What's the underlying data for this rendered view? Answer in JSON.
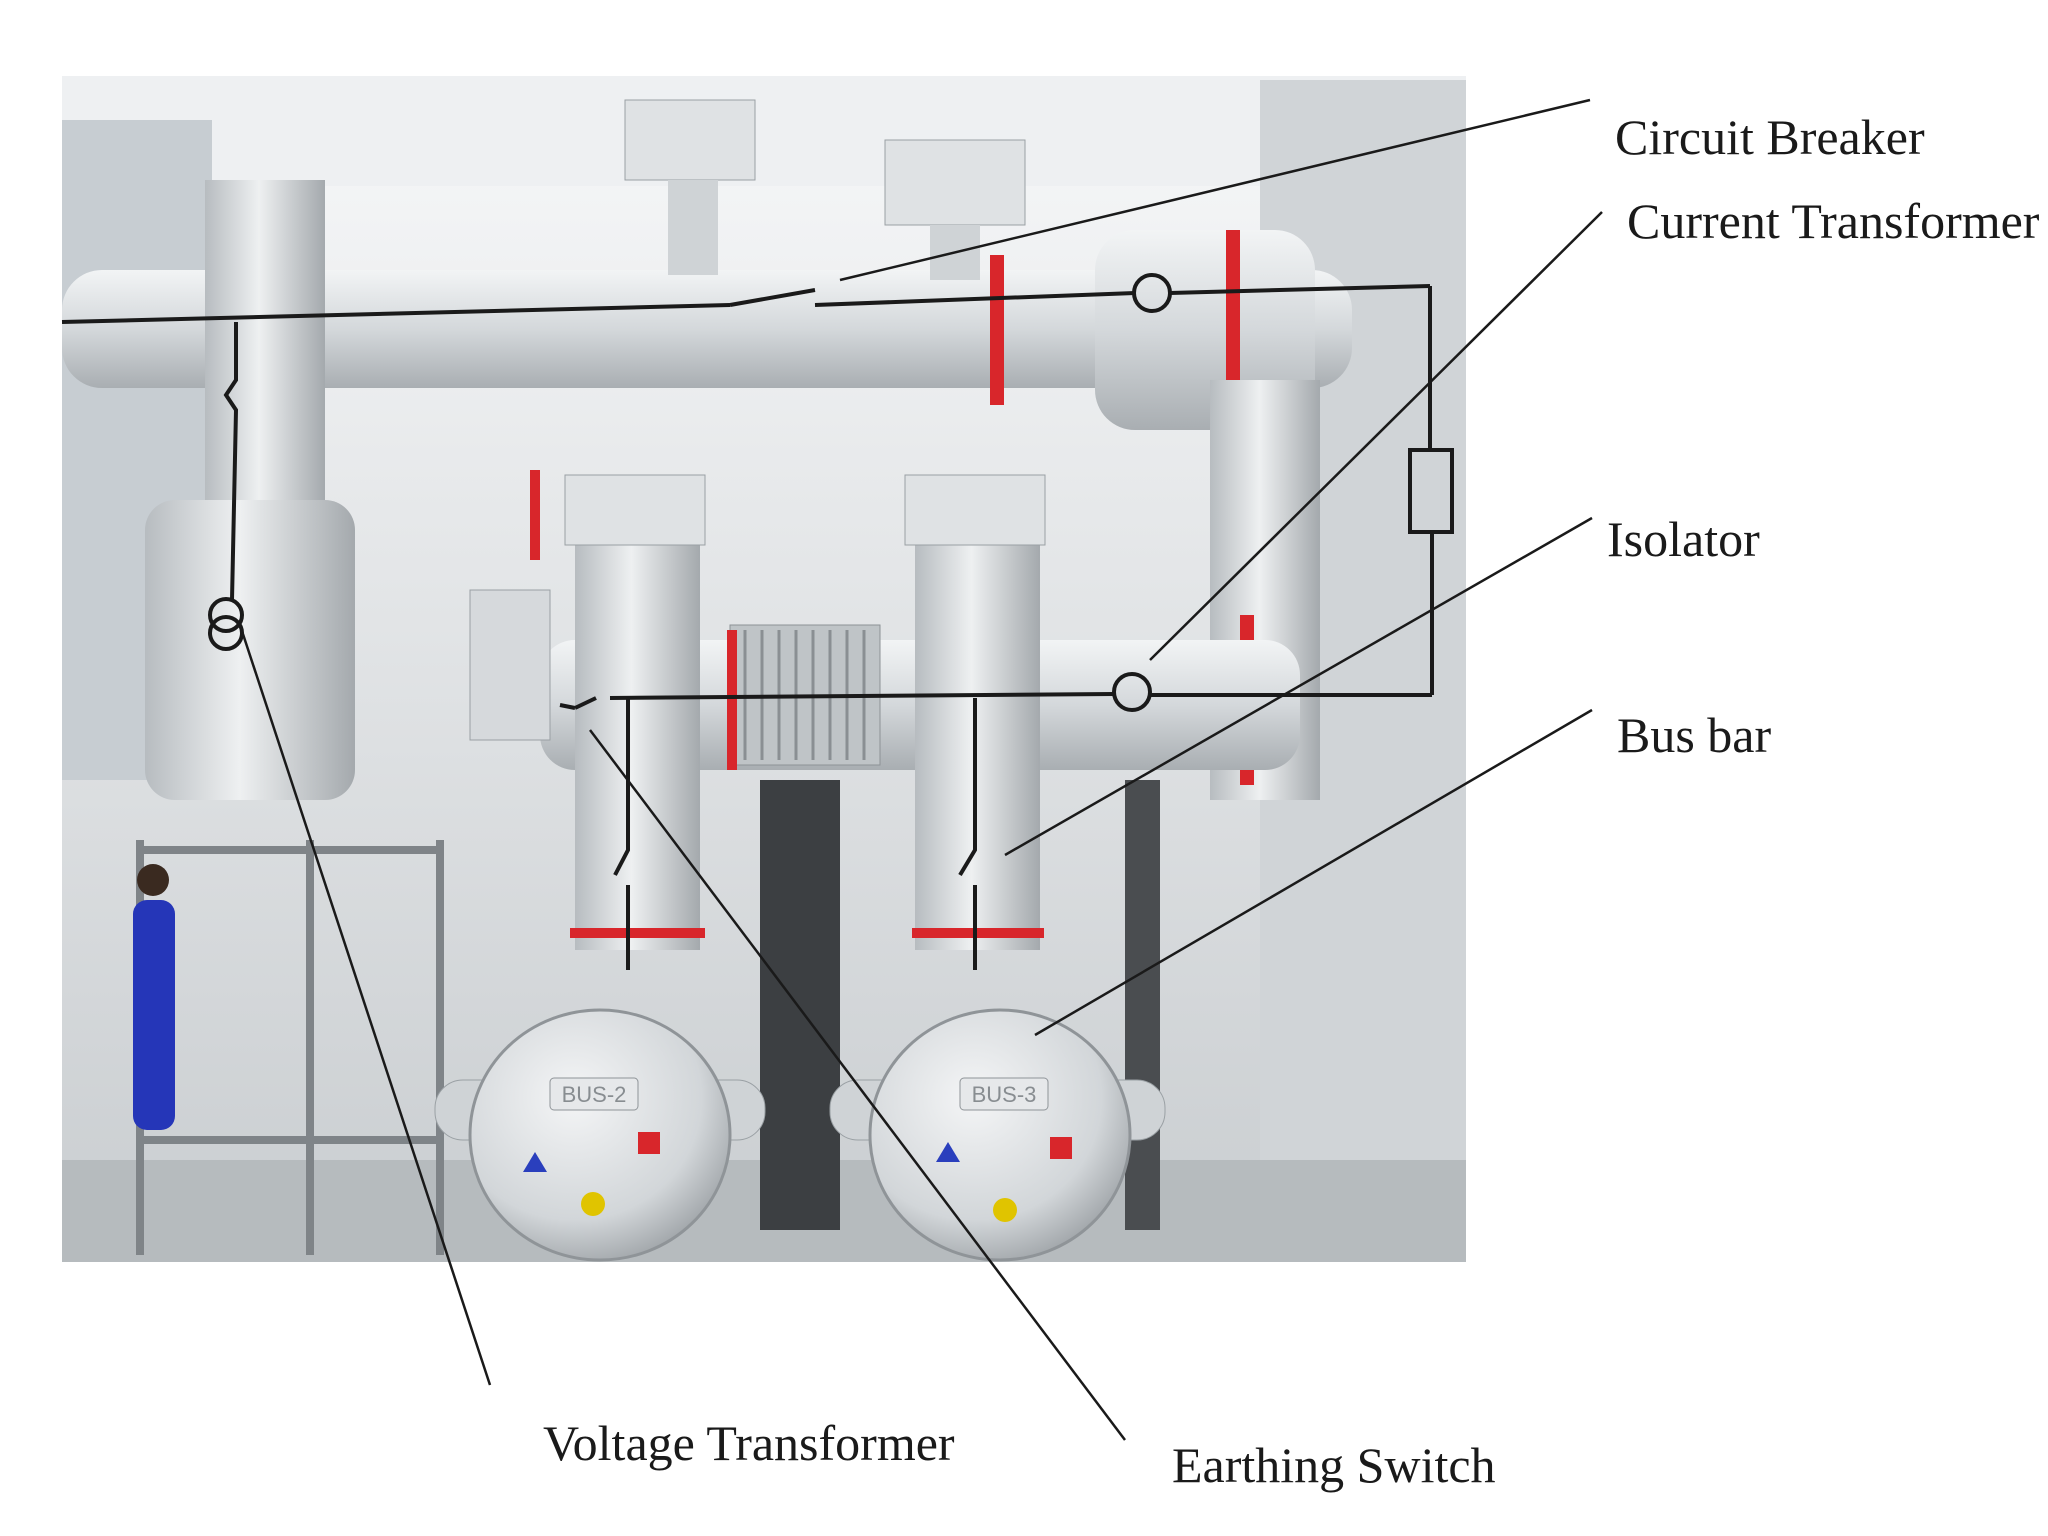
{
  "labels": {
    "circuit_breaker": "Circuit Breaker",
    "current_transformer": "Current Transformer",
    "isolator": "Isolator",
    "bus_bar": "Bus bar",
    "voltage_transformer": "Voltage Transformer",
    "earthing_switch": "Earthing Switch"
  },
  "bus_tags": [
    "BUS-2",
    "BUS-3"
  ],
  "colors": {
    "background": "#ffffff",
    "equipment": "#d9dde0",
    "flange_red": "#d8262b",
    "phase_red": "#d8262b",
    "phase_blue": "#2a3fbd",
    "phase_yellow": "#e0c400",
    "single_line": "#1a1a1a"
  }
}
